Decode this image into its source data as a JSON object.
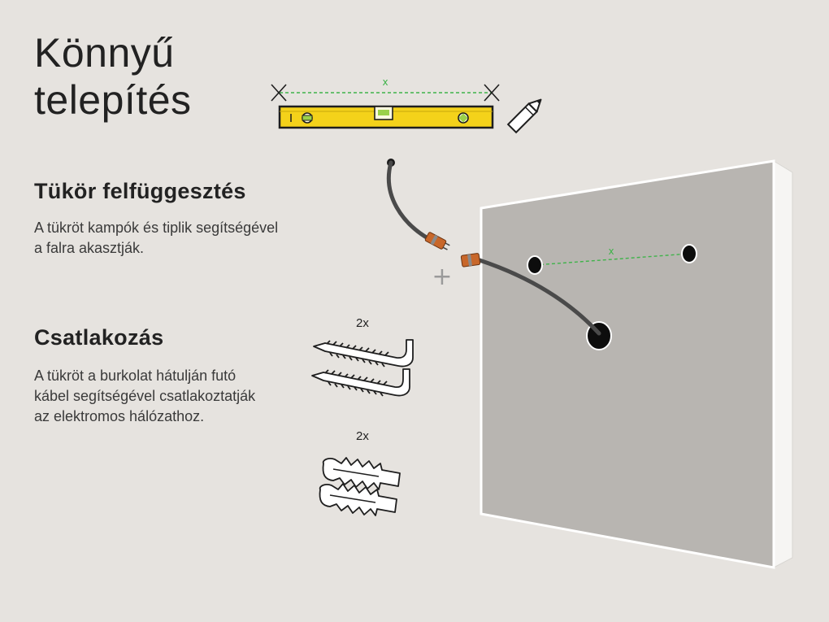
{
  "title": {
    "line1": "Könnyű",
    "line2": "telepítés"
  },
  "hanging": {
    "heading": "Tükör felfüggesztés",
    "desc_line1": "A tükröt kampók és tiplik segítségével",
    "desc_line2": "a falra akasztják."
  },
  "connection": {
    "heading": "Csatlakozás",
    "desc_line1": "A tükröt a burkolat hátulján futó",
    "desc_line2": "kábel segítségével csatlakoztatják",
    "desc_line3": "az elektromos hálózathoz."
  },
  "hooks_quantity": "2x",
  "dowels_quantity": "2x",
  "measure_mark_top": "x",
  "measure_mark_panel": "x",
  "plus_symbol": "+",
  "colors": {
    "background": "#e6e3df",
    "panel": "#b8b5b1",
    "level_yellow": "#f4d21a",
    "dash_green": "#3fb34a",
    "cable": "#4a4a4a",
    "connector": "#c8672a"
  },
  "icons": [
    "spirit-level-icon",
    "pencil-icon",
    "cross-mark-icon",
    "screw-hook-icon",
    "wall-dowel-icon",
    "mirror-panel",
    "power-cable-icon",
    "plug-connector-icon"
  ]
}
